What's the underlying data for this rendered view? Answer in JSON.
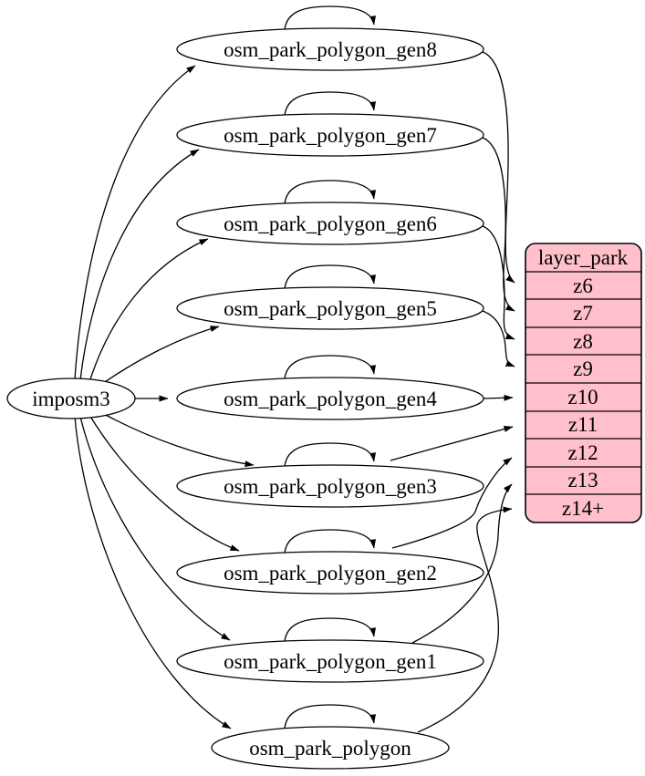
{
  "nodes": [
    {
      "id": "imposm3",
      "label": "imposm3"
    },
    {
      "id": "osm_park_polygon_gen8",
      "label": "osm_park_polygon_gen8"
    },
    {
      "id": "osm_park_polygon_gen7",
      "label": "osm_park_polygon_gen7"
    },
    {
      "id": "osm_park_polygon_gen6",
      "label": "osm_park_polygon_gen6"
    },
    {
      "id": "osm_park_polygon_gen5",
      "label": "osm_park_polygon_gen5"
    },
    {
      "id": "osm_park_polygon_gen4",
      "label": "osm_park_polygon_gen4"
    },
    {
      "id": "osm_park_polygon_gen3",
      "label": "osm_park_polygon_gen3"
    },
    {
      "id": "osm_park_polygon_gen2",
      "label": "osm_park_polygon_gen2"
    },
    {
      "id": "osm_park_polygon_gen1",
      "label": "osm_park_polygon_gen1"
    },
    {
      "id": "osm_park_polygon",
      "label": "osm_park_polygon"
    }
  ],
  "table": {
    "title": "layer_park",
    "rows": [
      "z6",
      "z7",
      "z8",
      "z9",
      "z10",
      "z11",
      "z12",
      "z13",
      "z14+"
    ]
  },
  "edges": [
    {
      "from": "imposm3",
      "to": "osm_park_polygon_gen8"
    },
    {
      "from": "imposm3",
      "to": "osm_park_polygon_gen7"
    },
    {
      "from": "imposm3",
      "to": "osm_park_polygon_gen6"
    },
    {
      "from": "imposm3",
      "to": "osm_park_polygon_gen5"
    },
    {
      "from": "imposm3",
      "to": "osm_park_polygon_gen4"
    },
    {
      "from": "imposm3",
      "to": "osm_park_polygon_gen3"
    },
    {
      "from": "imposm3",
      "to": "osm_park_polygon_gen2"
    },
    {
      "from": "imposm3",
      "to": "osm_park_polygon_gen1"
    },
    {
      "from": "imposm3",
      "to": "osm_park_polygon"
    },
    {
      "from": "osm_park_polygon_gen8",
      "to": "osm_park_polygon_gen8"
    },
    {
      "from": "osm_park_polygon_gen7",
      "to": "osm_park_polygon_gen7"
    },
    {
      "from": "osm_park_polygon_gen6",
      "to": "osm_park_polygon_gen6"
    },
    {
      "from": "osm_park_polygon_gen5",
      "to": "osm_park_polygon_gen5"
    },
    {
      "from": "osm_park_polygon_gen4",
      "to": "osm_park_polygon_gen4"
    },
    {
      "from": "osm_park_polygon_gen3",
      "to": "osm_park_polygon_gen3"
    },
    {
      "from": "osm_park_polygon_gen2",
      "to": "osm_park_polygon_gen2"
    },
    {
      "from": "osm_park_polygon_gen1",
      "to": "osm_park_polygon_gen1"
    },
    {
      "from": "osm_park_polygon",
      "to": "osm_park_polygon"
    },
    {
      "from": "osm_park_polygon_gen8",
      "to": "layer_park.z6"
    },
    {
      "from": "osm_park_polygon_gen7",
      "to": "layer_park.z7"
    },
    {
      "from": "osm_park_polygon_gen6",
      "to": "layer_park.z8"
    },
    {
      "from": "osm_park_polygon_gen5",
      "to": "layer_park.z9"
    },
    {
      "from": "osm_park_polygon_gen4",
      "to": "layer_park.z10"
    },
    {
      "from": "osm_park_polygon_gen3",
      "to": "layer_park.z11"
    },
    {
      "from": "osm_park_polygon_gen2",
      "to": "layer_park.z12"
    },
    {
      "from": "osm_park_polygon_gen1",
      "to": "layer_park.z13"
    },
    {
      "from": "osm_park_polygon",
      "to": "layer_park.z14+"
    }
  ],
  "colors": {
    "table_fill": "#ffc0cb",
    "node_fill": "#ffffff",
    "edge": "#000000"
  }
}
